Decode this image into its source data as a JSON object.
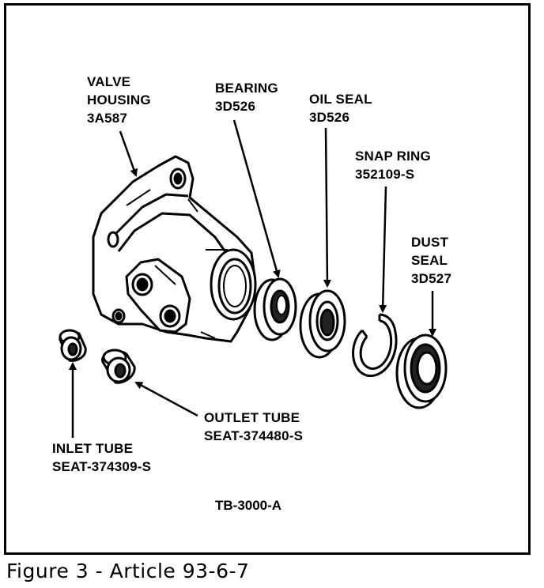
{
  "labels": {
    "valve_housing": {
      "name1": "VALVE",
      "name2": "HOUSING",
      "part": "3A587"
    },
    "bearing": {
      "name": "BEARING",
      "part": "3D526"
    },
    "oil_seal": {
      "name": "OIL SEAL",
      "part": "3D526"
    },
    "snap_ring": {
      "name": "SNAP RING",
      "part": "352109-S"
    },
    "dust_seal": {
      "name1": "DUST",
      "name2": "SEAL",
      "part": "3D527"
    },
    "outlet_tube": {
      "name": "OUTLET TUBE",
      "part": "SEAT-374480-S"
    },
    "inlet_tube": {
      "name": "INLET TUBE",
      "part": "SEAT-374309-S"
    }
  },
  "figure_code": "TB-3000-A",
  "caption": "Figure 3 - Article 93-6-7"
}
